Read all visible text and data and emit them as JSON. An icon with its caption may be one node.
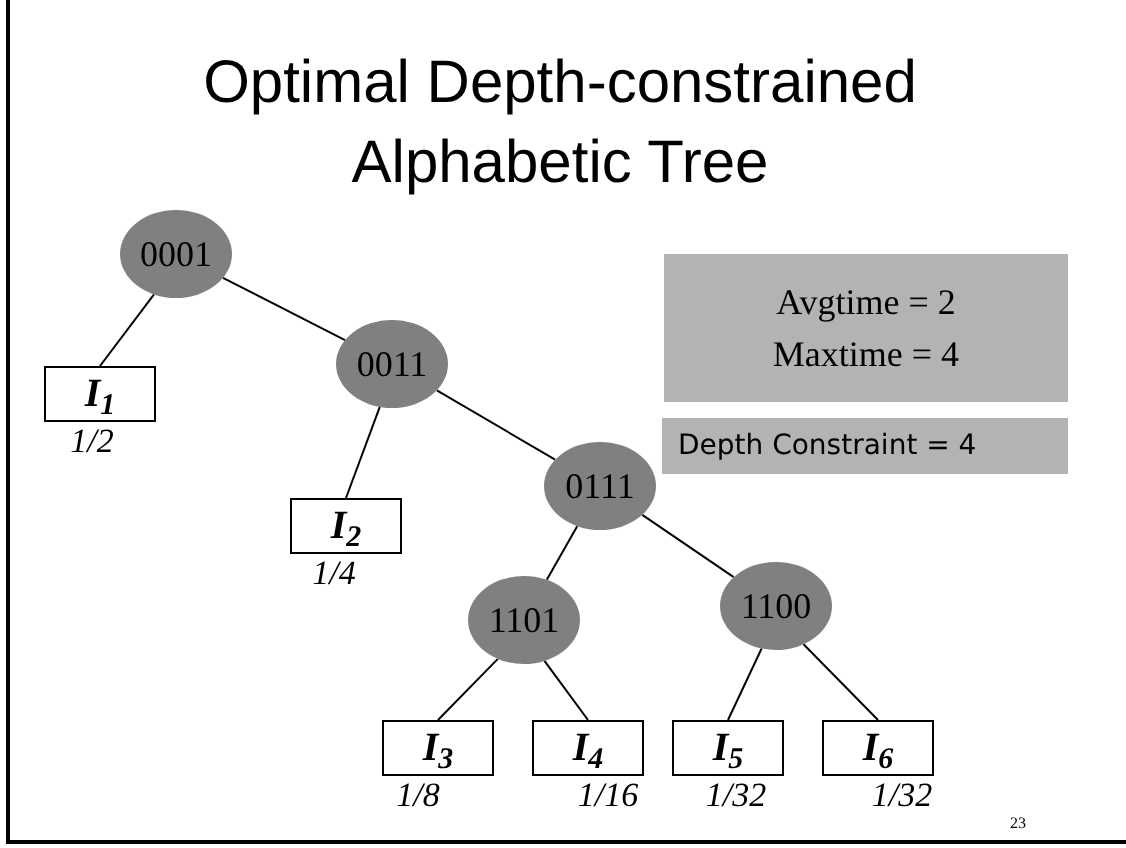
{
  "diagram": {
    "title": "Optimal Depth-constrained Alphabetic Tree",
    "nodes": [
      {
        "text": [
          "0001"
        ]
      },
      {
        "text": [
          "I$_{1}$"
        ],
        "beside": [
          "1/2"
        ]
      },
      {
        "text": [
          "0011"
        ]
      },
      {
        "text": [
          "I$_{2}$"
        ],
        "beside": [
          "1/4"
        ]
      },
      {
        "text": [
          "0111"
        ]
      },
      {
        "text": [
          "1101"
        ]
      },
      {
        "text": [
          "1100"
        ]
      },
      {
        "text": [
          "I$_{3}$"
        ],
        "beside": [
          "1/8"
        ]
      },
      {
        "text": [
          "I$_{4}$"
        ],
        "beside": [
          "1/16"
        ]
      },
      {
        "text": [
          "I$_{5}$"
        ],
        "beside": [
          "1/32"
        ]
      },
      {
        "text": [
          "I$_{6}$"
        ],
        "beside": [
          "1/32"
        ]
      },
      {
        "text": [
          "Avgtime = 2",
          "Maxtime = 4"
        ]
      },
      {
        "text": [
          "Depth Constraint = 4"
        ]
      }
    ],
    "edges": [
      {
        "from": 0,
        "to": 1,
        "arrow": "none"
      },
      {
        "from": 0,
        "to": 2,
        "arrow": "none"
      },
      {
        "from": 2,
        "to": 3,
        "arrow": "none"
      },
      {
        "from": 2,
        "to": 4,
        "arrow": "none"
      },
      {
        "from": 4,
        "to": 5,
        "arrow": "none"
      },
      {
        "from": 4,
        "to": 6,
        "arrow": "none"
      },
      {
        "from": 5,
        "to": 7,
        "arrow": "none"
      },
      {
        "from": 5,
        "to": 8,
        "arrow": "none"
      },
      {
        "from": 6,
        "to": 9,
        "arrow": "none"
      },
      {
        "from": 6,
        "to": 10,
        "arrow": "none"
      }
    ],
    "labels": [
      "23"
    ]
  }
}
